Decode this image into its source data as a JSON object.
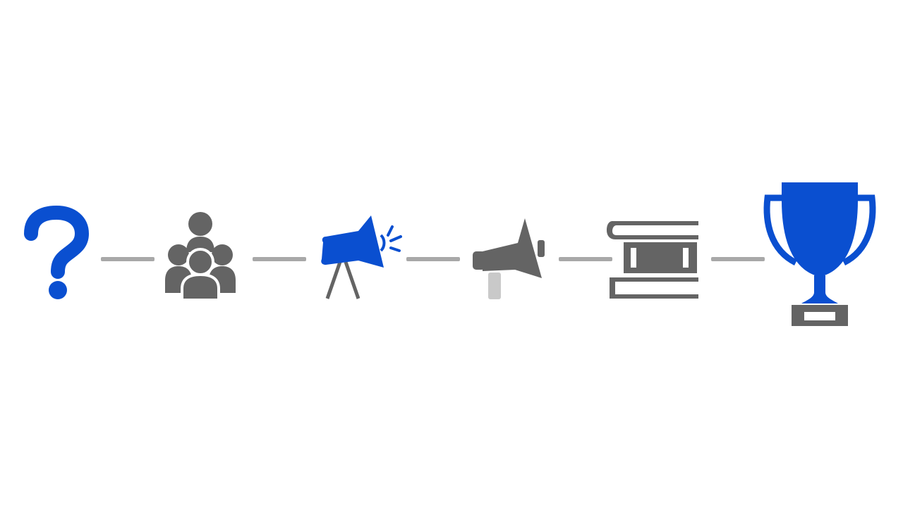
{
  "diagram": {
    "colors": {
      "accent_blue": "#0a4fd0",
      "icon_gray": "#646464",
      "light_gray": "#c9c9c9",
      "connector_gray": "#a8a8a8",
      "background": "#ffffff"
    },
    "steps": [
      {
        "icon": "question-mark-icon",
        "color": "accent_blue"
      },
      {
        "icon": "people-group-icon",
        "color": "icon_gray"
      },
      {
        "icon": "spotlight-icon",
        "color": "accent_blue"
      },
      {
        "icon": "megaphone-icon",
        "color": "icon_gray"
      },
      {
        "icon": "books-icon",
        "color": "icon_gray"
      },
      {
        "icon": "trophy-icon",
        "color": "accent_blue"
      }
    ],
    "connectors": 5
  }
}
